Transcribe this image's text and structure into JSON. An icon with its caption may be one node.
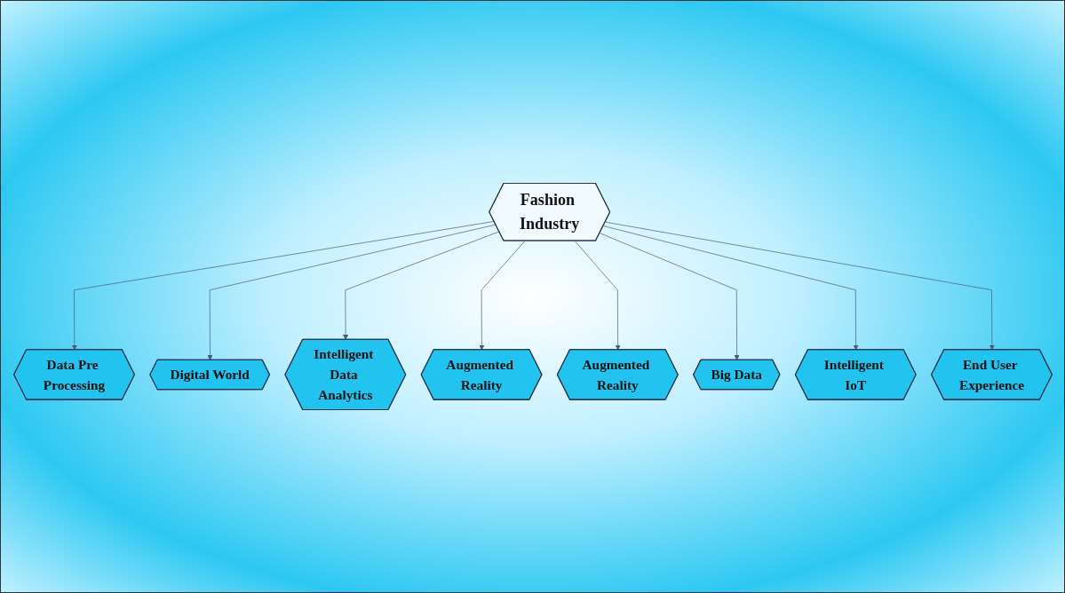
{
  "diagram": {
    "nodes": [
      {
        "text": [
          "Data Pre Processing"
        ]
      },
      {
        "text": [
          "Digital World"
        ]
      },
      {
        "text": [
          "Intelligent Data Analytics"
        ]
      },
      {
        "text": [
          "Augmented Reality"
        ]
      },
      {
        "text": [
          "Fashion Industry"
        ]
      },
      {
        "text": [
          "Augmented Reality"
        ]
      },
      {
        "text": [
          "Big Data"
        ]
      },
      {
        "text": [
          "Intelligent IoT"
        ]
      },
      {
        "text": [
          "End User Experience"
        ]
      }
    ],
    "edges": [
      {
        "from": 4,
        "to": 0,
        "arrow": "to"
      },
      {
        "from": 4,
        "to": 1,
        "arrow": "to"
      },
      {
        "from": 4,
        "to": 2,
        "arrow": "to"
      },
      {
        "from": 4,
        "to": 3,
        "arrow": "to"
      },
      {
        "from": 4,
        "to": 5,
        "arrow": "to"
      },
      {
        "from": 4,
        "to": 6,
        "arrow": "to"
      },
      {
        "from": 4,
        "to": 7,
        "arrow": "to"
      },
      {
        "from": 4,
        "to": 8,
        "arrow": "to"
      }
    ]
  }
}
